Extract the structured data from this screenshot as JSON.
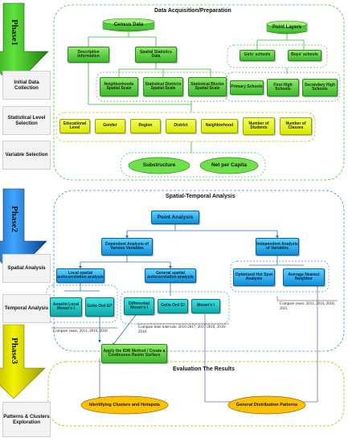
{
  "phases": {
    "phase1": "Phase1",
    "phase2": "Phase2",
    "phase3": "Phase3"
  },
  "side_labels": {
    "initial_data": "Initial Data Collection",
    "statistical_level": "Statistical Level Selection",
    "variable_selection": "Variable Selection",
    "spatial_analysis": "Spatial Analysis",
    "temporal_analysis": "Temporal Analysis",
    "patterns_exploration": "Patterns & Clusters Exploration"
  },
  "section1": {
    "title": "Data Acquisition/Preparation",
    "census_data": "Census Data",
    "point_layers": "Point Layers",
    "descriptive_information": "Descriptive Information",
    "spatial_statistics_data": "Spatial Statistics Data",
    "girls_schools": "Girls' schools",
    "boys_schools": "Boys' schools",
    "neighborhoods_spatial_scale": "Neighborhoods Spatial Scale",
    "statistical_districts": "Statistical Districts Spatial Scale",
    "statistical_blocks": "Statistical Blocks Spatial Scale",
    "primary_schools": "Primary Schools",
    "first_high_schools": "First High Schools",
    "secondary_high_schools": "Secondary High Schools",
    "variables": [
      "Educational Level",
      "Gender",
      "Region",
      "District",
      "Neighborhood",
      "Number of Students",
      "Number of Classes"
    ],
    "substructure": "Substructure",
    "net_per_capita": "Net per Capita"
  },
  "section2": {
    "title": "Spatial-Temporal Analysis",
    "point_analysis": "Point Analysis",
    "dependent_analysis": "Dependent Analysis of Various Variables",
    "independent_analysis": "Independent Analysis of Variables",
    "local_spatial": "Local spatial autocorrelation analysis",
    "general_spatial": "General spatial autocorrelation analysis",
    "optimized_hot_spot": "Optimized Hot Spot Analysis",
    "average_nearest": "Average Nearest Neighbor",
    "anselin": "Anselin Local Moran's I",
    "getis_gi_star": "Getis Ord Gi*",
    "differential_moran": "Differential Moran's I",
    "getis_gi": "Getis Ord GI",
    "morans_i": "Moran's I",
    "compare_years_1": "Compare years: 2011, 2016, 2018",
    "compare_intervals": "Compare time intervals: 2016-2017, 2017-2018, 2016-2018",
    "compare_years_2": "Compare years: 2011, 2016, 2018, 2021",
    "idw": "Apply the IDW Method / Create a Continuous Raster Surface"
  },
  "section3": {
    "title": "Evaluation The Results",
    "identifying_clusters": "Identifying Clusters and Hotspots",
    "general_distribution": "General Distribution Patterns"
  }
}
